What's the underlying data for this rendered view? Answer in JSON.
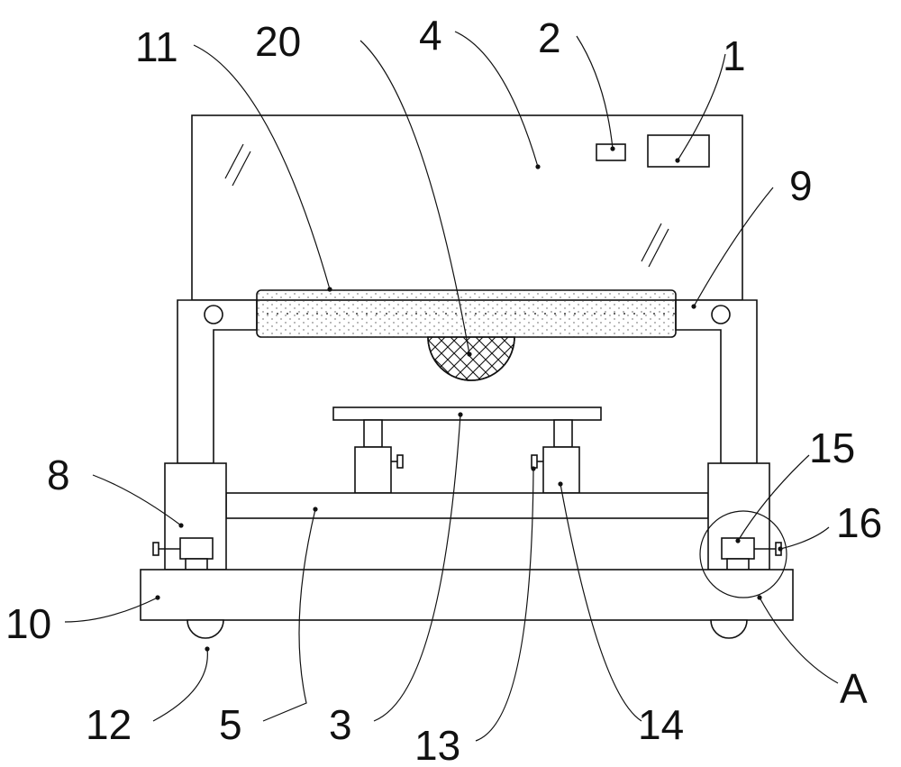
{
  "figure": {
    "labels": {
      "l1": "1",
      "l2": "2",
      "l3": "3",
      "l4": "4",
      "l5": "5",
      "l8": "8",
      "l9": "9",
      "l10": "10",
      "l11": "11",
      "l12": "12",
      "l13": "13",
      "l14": "14",
      "l15": "15",
      "l16": "16",
      "l20": "20",
      "lA": "A"
    }
  }
}
